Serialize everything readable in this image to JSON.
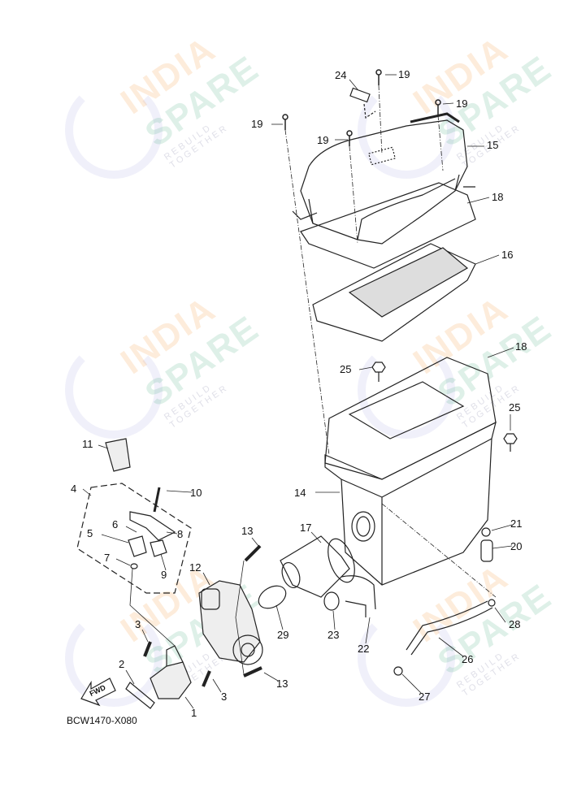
{
  "diagram": {
    "code": "BCW1470-X080",
    "fwd_label": "FWD",
    "callouts": [
      {
        "id": "24",
        "text": "24"
      },
      {
        "id": "19a",
        "text": "19"
      },
      {
        "id": "19b",
        "text": "19"
      },
      {
        "id": "19c",
        "text": "19"
      },
      {
        "id": "19d",
        "text": "19"
      },
      {
        "id": "15",
        "text": "15"
      },
      {
        "id": "18a",
        "text": "18"
      },
      {
        "id": "16",
        "text": "16"
      },
      {
        "id": "18b",
        "text": "18"
      },
      {
        "id": "25a",
        "text": "25"
      },
      {
        "id": "25b",
        "text": "25"
      },
      {
        "id": "14",
        "text": "14"
      },
      {
        "id": "21",
        "text": "21"
      },
      {
        "id": "20",
        "text": "20"
      },
      {
        "id": "28",
        "text": "28"
      },
      {
        "id": "26",
        "text": "26"
      },
      {
        "id": "27",
        "text": "27"
      },
      {
        "id": "22",
        "text": "22"
      },
      {
        "id": "23",
        "text": "23"
      },
      {
        "id": "29",
        "text": "29"
      },
      {
        "id": "17",
        "text": "17"
      },
      {
        "id": "13a",
        "text": "13"
      },
      {
        "id": "13b",
        "text": "13"
      },
      {
        "id": "12",
        "text": "12"
      },
      {
        "id": "3a",
        "text": "3"
      },
      {
        "id": "3b",
        "text": "3"
      },
      {
        "id": "2",
        "text": "2"
      },
      {
        "id": "1",
        "text": "1"
      },
      {
        "id": "11",
        "text": "11"
      },
      {
        "id": "4",
        "text": "4"
      },
      {
        "id": "10",
        "text": "10"
      },
      {
        "id": "6",
        "text": "6"
      },
      {
        "id": "5",
        "text": "5"
      },
      {
        "id": "8",
        "text": "8"
      },
      {
        "id": "7",
        "text": "7"
      },
      {
        "id": "9",
        "text": "9"
      }
    ]
  },
  "watermark": {
    "line1": "INDIA",
    "line2": "SPARE",
    "line3": "REBUILD TOGETHER"
  }
}
